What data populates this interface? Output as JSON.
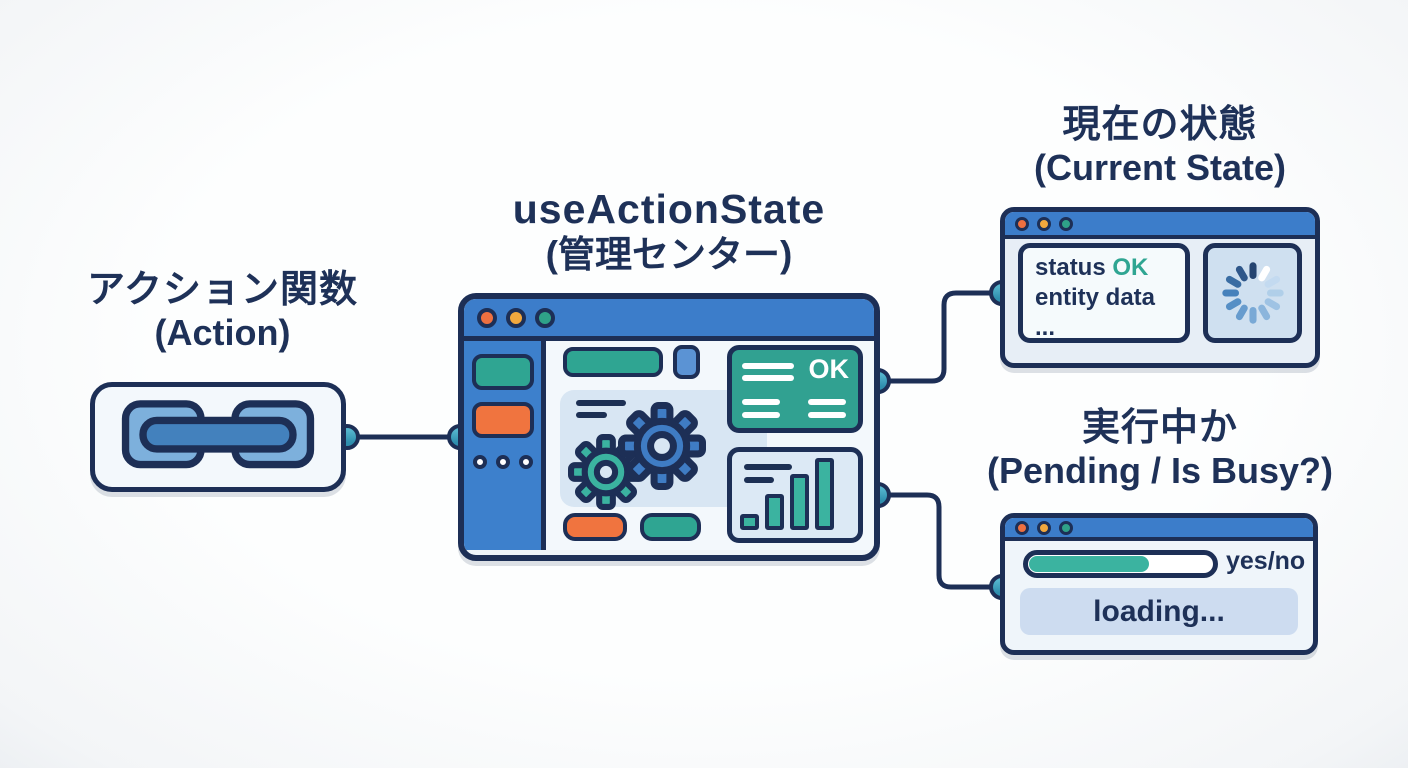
{
  "colors": {
    "navy": "#1d2f56",
    "blue": "#3c7dca",
    "teal": "#2fa592",
    "orange": "#f0743f",
    "amber": "#f2a83d",
    "connector_teal": "#3b9fb8"
  },
  "action": {
    "title_ja": "アクション関数",
    "title_en": "(Action)",
    "icon": "chain-link-icon"
  },
  "hub": {
    "title": "useActionState",
    "subtitle_ja": "(管理センター)",
    "ok_label": "OK"
  },
  "current_state": {
    "title_ja": "現在の状態",
    "title_en": "(Current State)",
    "status_label": "status",
    "status_value": "OK",
    "entity_line": "entity data",
    "ellipsis": "...",
    "icon": "loading-spinner-icon"
  },
  "pending": {
    "title_ja": "実行中か",
    "title_en": "(Pending / Is Busy?)",
    "answer_label": "yes/no",
    "loading_label": "loading...",
    "progress_percent": 65
  }
}
